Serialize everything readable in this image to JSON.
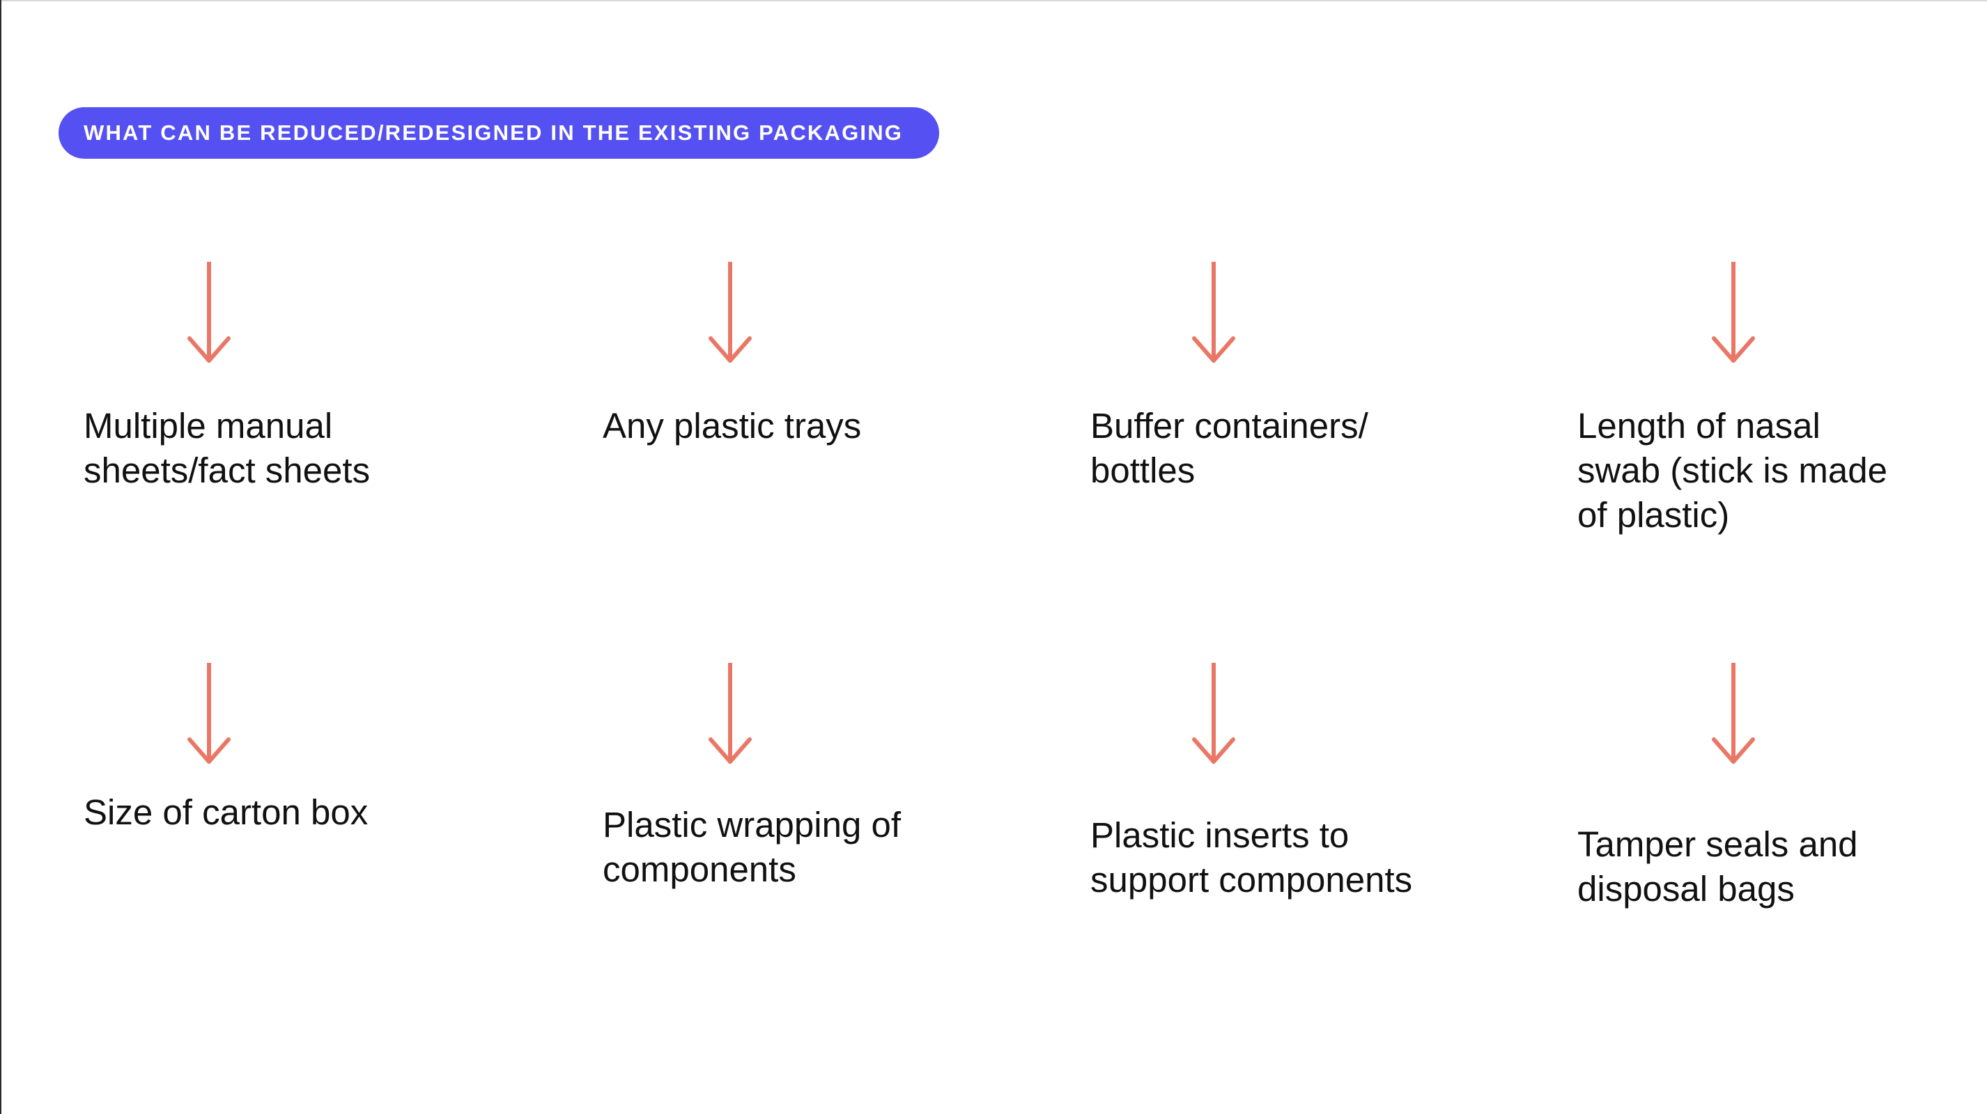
{
  "header": {
    "label": "WHAT CAN BE REDUCED/REDESIGNED IN THE EXISTING PACKAGING"
  },
  "colors": {
    "pill_background": "#5450F2",
    "pill_text": "#FFFFFF",
    "arrow": "#EA7766",
    "item_text": "#111111"
  },
  "icons": {
    "arrow": "arrow-down-icon"
  },
  "items": [
    {
      "label": "Multiple manual\nsheets/fact sheets"
    },
    {
      "label": "Any plastic trays"
    },
    {
      "label": "Buffer containers/\nbottles"
    },
    {
      "label": "Length of nasal\nswab (stick is made\nof plastic)"
    },
    {
      "label": "Size of carton box"
    },
    {
      "label": "Plastic wrapping of\ncomponents"
    },
    {
      "label": "Plastic inserts to\nsupport components"
    },
    {
      "label": "Tamper seals and\ndisposal bags"
    }
  ]
}
